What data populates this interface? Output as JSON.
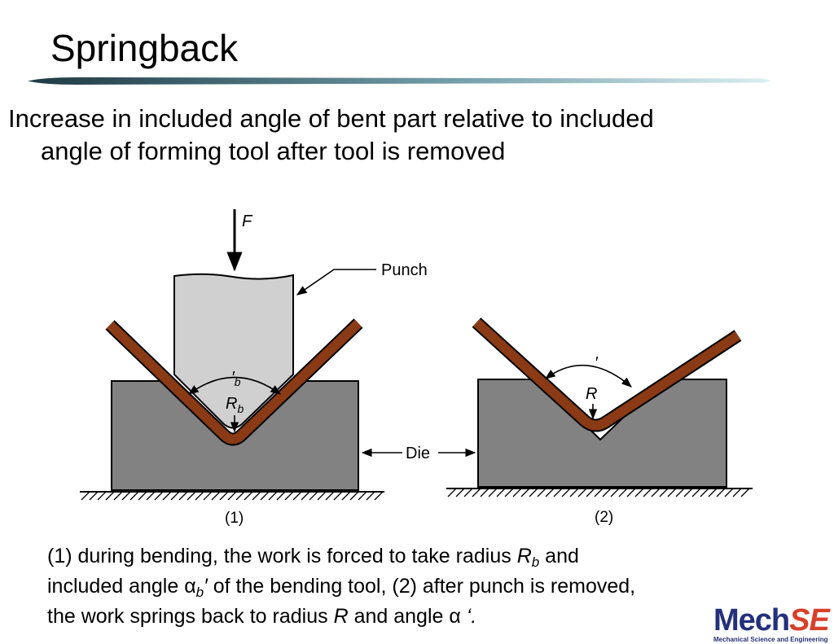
{
  "slide": {
    "title": "Springback",
    "bullet_line1": "Increase in included angle of bent part relative to included",
    "bullet_line2": "angle of forming tool after tool is removed"
  },
  "figure": {
    "force_label": "F",
    "punch_label": "Punch",
    "die_label": "Die",
    "angle_label_1_sym": "′",
    "angle_label_1_sub": "b",
    "radius_label_1_sym": "R",
    "radius_label_1_sub": "b",
    "angle_label_2": "′",
    "radius_label_2": "R",
    "panel1_label": "(1)",
    "panel2_label": "(2)"
  },
  "caption": {
    "l1_a": "(1) during bending, the work is forced to take radius ",
    "l1_R": "R",
    "l1_sub": "b",
    "l1_b": " and",
    "l2_a": "included angle α",
    "l2_sub": "b",
    "l2_prime": "′",
    "l2_b": " of the bending tool, (2) after punch is removed,",
    "l3_a": "the work springs back to radius ",
    "l3_R": "R",
    "l3_b": " and angle α ",
    "l3_prime": "‘."
  },
  "logo": {
    "mech": "Mech",
    "se": "SE",
    "subtitle": "Mechanical Science and Engineering"
  },
  "colors": {
    "title_rule_start": "#1d3a44",
    "title_rule_end": "#cfe9ee",
    "work_piece": "#8a3a14",
    "die": "#828282",
    "punch": "#d0d0d0"
  }
}
